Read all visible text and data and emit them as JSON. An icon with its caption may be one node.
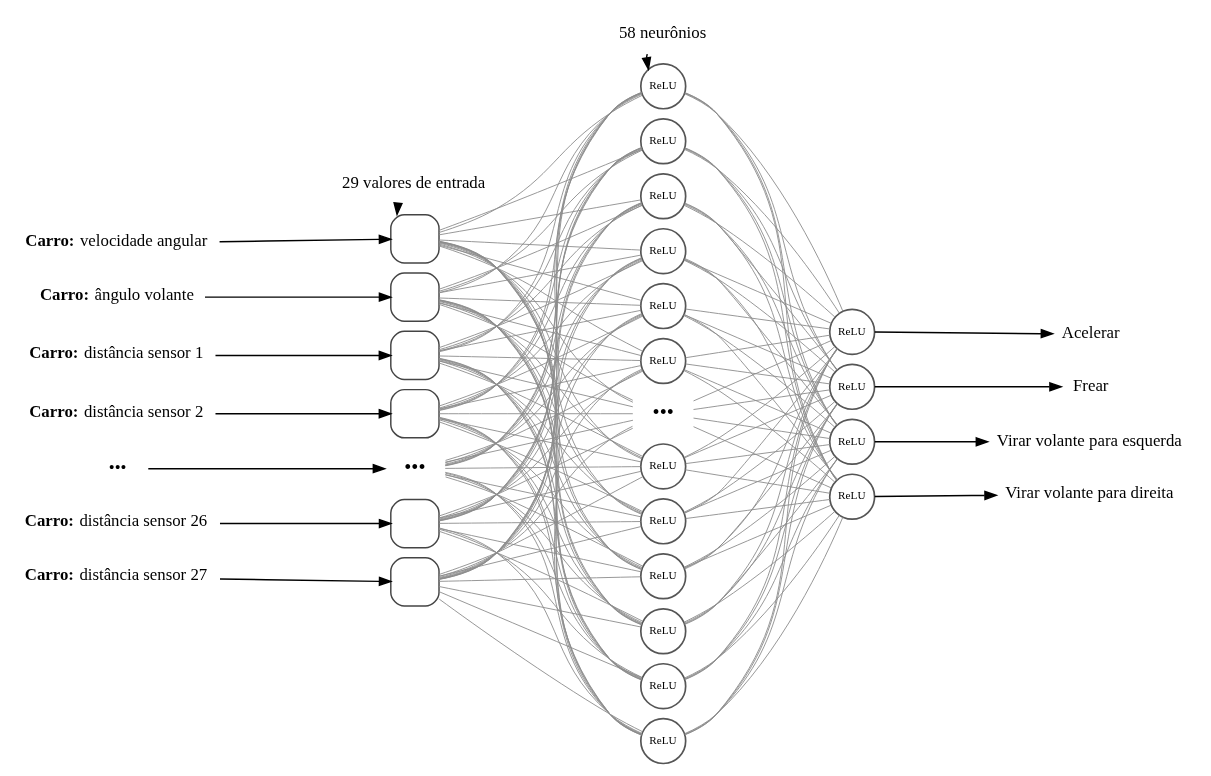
{
  "diagram": {
    "nodes": [
      {
        "text": [
          "58 neurônios"
        ]
      },
      {
        "text": [
          "29 valores de entrada"
        ]
      },
      {
        "text": [
          "**Carro:** velocidade angular"
        ]
      },
      {
        "text": [
          "**Carro:** ângulo volante"
        ]
      },
      {
        "text": [
          "**Carro:** distância sensor 1"
        ]
      },
      {
        "text": [
          "**Carro:** distância sensor 2"
        ]
      },
      {
        "text": [
          "•••"
        ]
      },
      {
        "text": [
          "**Carro:** distância sensor 26"
        ]
      },
      {
        "text": [
          "**Carro:** distância sensor 27"
        ]
      },
      {
        "text": [],
        "shape": "box"
      },
      {
        "text": [],
        "shape": "box"
      },
      {
        "text": [],
        "shape": "box"
      },
      {
        "text": [],
        "shape": "box"
      },
      {
        "text": [
          "•••"
        ]
      },
      {
        "text": [],
        "shape": "box"
      },
      {
        "text": [],
        "shape": "box"
      },
      {
        "text": [
          "ReLU"
        ]
      },
      {
        "text": [
          "ReLU"
        ]
      },
      {
        "text": [
          "ReLU"
        ]
      },
      {
        "text": [
          "ReLU"
        ]
      },
      {
        "text": [
          "ReLU"
        ]
      },
      {
        "text": [
          "ReLU"
        ]
      },
      {
        "text": [
          "•••"
        ]
      },
      {
        "text": [
          "ReLU"
        ]
      },
      {
        "text": [
          "ReLU"
        ]
      },
      {
        "text": [
          "ReLU"
        ]
      },
      {
        "text": [
          "ReLU"
        ]
      },
      {
        "text": [
          "ReLU"
        ]
      },
      {
        "text": [
          "ReLU"
        ]
      },
      {
        "text": [
          "ReLU"
        ]
      },
      {
        "text": [
          "ReLU"
        ]
      },
      {
        "text": [
          "ReLU"
        ]
      },
      {
        "text": [
          "ReLU"
        ]
      },
      {
        "text": [
          "Acelerar"
        ]
      },
      {
        "text": [
          "Frear"
        ]
      },
      {
        "text": [
          "Virar volante para esquerda"
        ]
      },
      {
        "text": [
          "Virar volante para direita"
        ]
      }
    ],
    "edges": [
      {
        "from": 0,
        "to": 16,
        "arrow": "to",
        "color": "#000000"
      },
      {
        "from": 1,
        "to": 9,
        "arrow": "to",
        "color": "#000000"
      },
      {
        "from": 2,
        "to": 9,
        "arrow": "to",
        "color": "#000000"
      },
      {
        "from": 3,
        "to": 10,
        "arrow": "to",
        "color": "#000000"
      },
      {
        "from": 4,
        "to": 11,
        "arrow": "to",
        "color": "#000000"
      },
      {
        "from": 5,
        "to": 12,
        "arrow": "to",
        "color": "#000000"
      },
      {
        "from": 6,
        "to": 13,
        "arrow": "to",
        "color": "#000000"
      },
      {
        "from": 7,
        "to": 14,
        "arrow": "to",
        "color": "#000000"
      },
      {
        "from": 8,
        "to": 15,
        "arrow": "to",
        "color": "#000000"
      },
      {
        "from": 9,
        "to": 16,
        "arrow": "none"
      },
      {
        "from": 9,
        "to": 17,
        "arrow": "none"
      },
      {
        "from": 9,
        "to": 18,
        "arrow": "none"
      },
      {
        "from": 9,
        "to": 19,
        "arrow": "none"
      },
      {
        "from": 9,
        "to": 20,
        "arrow": "none"
      },
      {
        "from": 9,
        "to": 21,
        "arrow": "none"
      },
      {
        "from": 9,
        "to": 22,
        "arrow": "none"
      },
      {
        "from": 9,
        "to": 23,
        "arrow": "none"
      },
      {
        "from": 9,
        "to": 24,
        "arrow": "none"
      },
      {
        "from": 9,
        "to": 25,
        "arrow": "none"
      },
      {
        "from": 9,
        "to": 26,
        "arrow": "none"
      },
      {
        "from": 9,
        "to": 27,
        "arrow": "none"
      },
      {
        "from": 9,
        "to": 28,
        "arrow": "none"
      },
      {
        "from": 10,
        "to": 16,
        "arrow": "none"
      },
      {
        "from": 10,
        "to": 17,
        "arrow": "none"
      },
      {
        "from": 10,
        "to": 18,
        "arrow": "none"
      },
      {
        "from": 10,
        "to": 19,
        "arrow": "none"
      },
      {
        "from": 10,
        "to": 20,
        "arrow": "none"
      },
      {
        "from": 10,
        "to": 21,
        "arrow": "none"
      },
      {
        "from": 10,
        "to": 22,
        "arrow": "none"
      },
      {
        "from": 10,
        "to": 23,
        "arrow": "none"
      },
      {
        "from": 10,
        "to": 24,
        "arrow": "none"
      },
      {
        "from": 10,
        "to": 25,
        "arrow": "none"
      },
      {
        "from": 10,
        "to": 26,
        "arrow": "none"
      },
      {
        "from": 10,
        "to": 27,
        "arrow": "none"
      },
      {
        "from": 10,
        "to": 28,
        "arrow": "none"
      },
      {
        "from": 11,
        "to": 16,
        "arrow": "none"
      },
      {
        "from": 11,
        "to": 17,
        "arrow": "none"
      },
      {
        "from": 11,
        "to": 18,
        "arrow": "none"
      },
      {
        "from": 11,
        "to": 19,
        "arrow": "none"
      },
      {
        "from": 11,
        "to": 20,
        "arrow": "none"
      },
      {
        "from": 11,
        "to": 21,
        "arrow": "none"
      },
      {
        "from": 11,
        "to": 22,
        "arrow": "none"
      },
      {
        "from": 11,
        "to": 23,
        "arrow": "none"
      },
      {
        "from": 11,
        "to": 24,
        "arrow": "none"
      },
      {
        "from": 11,
        "to": 25,
        "arrow": "none"
      },
      {
        "from": 11,
        "to": 26,
        "arrow": "none"
      },
      {
        "from": 11,
        "to": 27,
        "arrow": "none"
      },
      {
        "from": 11,
        "to": 28,
        "arrow": "none"
      },
      {
        "from": 12,
        "to": 16,
        "arrow": "none"
      },
      {
        "from": 12,
        "to": 17,
        "arrow": "none"
      },
      {
        "from": 12,
        "to": 18,
        "arrow": "none"
      },
      {
        "from": 12,
        "to": 19,
        "arrow": "none"
      },
      {
        "from": 12,
        "to": 20,
        "arrow": "none"
      },
      {
        "from": 12,
        "to": 21,
        "arrow": "none"
      },
      {
        "from": 12,
        "to": 22,
        "arrow": "none"
      },
      {
        "from": 12,
        "to": 23,
        "arrow": "none"
      },
      {
        "from": 12,
        "to": 24,
        "arrow": "none"
      },
      {
        "from": 12,
        "to": 25,
        "arrow": "none"
      },
      {
        "from": 12,
        "to": 26,
        "arrow": "none"
      },
      {
        "from": 12,
        "to": 27,
        "arrow": "none"
      },
      {
        "from": 12,
        "to": 28,
        "arrow": "none"
      },
      {
        "from": 13,
        "to": 16,
        "arrow": "none"
      },
      {
        "from": 13,
        "to": 17,
        "arrow": "none"
      },
      {
        "from": 13,
        "to": 18,
        "arrow": "none"
      },
      {
        "from": 13,
        "to": 19,
        "arrow": "none"
      },
      {
        "from": 13,
        "to": 20,
        "arrow": "none"
      },
      {
        "from": 13,
        "to": 21,
        "arrow": "none"
      },
      {
        "from": 13,
        "to": 22,
        "arrow": "none"
      },
      {
        "from": 13,
        "to": 23,
        "arrow": "none"
      },
      {
        "from": 13,
        "to": 24,
        "arrow": "none"
      },
      {
        "from": 13,
        "to": 25,
        "arrow": "none"
      },
      {
        "from": 13,
        "to": 26,
        "arrow": "none"
      },
      {
        "from": 13,
        "to": 27,
        "arrow": "none"
      },
      {
        "from": 13,
        "to": 28,
        "arrow": "none"
      },
      {
        "from": 14,
        "to": 16,
        "arrow": "none"
      },
      {
        "from": 14,
        "to": 17,
        "arrow": "none"
      },
      {
        "from": 14,
        "to": 18,
        "arrow": "none"
      },
      {
        "from": 14,
        "to": 19,
        "arrow": "none"
      },
      {
        "from": 14,
        "to": 20,
        "arrow": "none"
      },
      {
        "from": 14,
        "to": 21,
        "arrow": "none"
      },
      {
        "from": 14,
        "to": 22,
        "arrow": "none"
      },
      {
        "from": 14,
        "to": 23,
        "arrow": "none"
      },
      {
        "from": 14,
        "to": 24,
        "arrow": "none"
      },
      {
        "from": 14,
        "to": 25,
        "arrow": "none"
      },
      {
        "from": 14,
        "to": 26,
        "arrow": "none"
      },
      {
        "from": 14,
        "to": 27,
        "arrow": "none"
      },
      {
        "from": 14,
        "to": 28,
        "arrow": "none"
      },
      {
        "from": 15,
        "to": 16,
        "arrow": "none"
      },
      {
        "from": 15,
        "to": 17,
        "arrow": "none"
      },
      {
        "from": 15,
        "to": 18,
        "arrow": "none"
      },
      {
        "from": 15,
        "to": 19,
        "arrow": "none"
      },
      {
        "from": 15,
        "to": 20,
        "arrow": "none"
      },
      {
        "from": 15,
        "to": 21,
        "arrow": "none"
      },
      {
        "from": 15,
        "to": 22,
        "arrow": "none"
      },
      {
        "from": 15,
        "to": 23,
        "arrow": "none"
      },
      {
        "from": 15,
        "to": 24,
        "arrow": "none"
      },
      {
        "from": 15,
        "to": 25,
        "arrow": "none"
      },
      {
        "from": 15,
        "to": 26,
        "arrow": "none"
      },
      {
        "from": 15,
        "to": 27,
        "arrow": "none"
      },
      {
        "from": 15,
        "to": 28,
        "arrow": "none"
      },
      {
        "from": 16,
        "to": 29,
        "arrow": "none"
      },
      {
        "from": 16,
        "to": 30,
        "arrow": "none"
      },
      {
        "from": 16,
        "to": 31,
        "arrow": "none"
      },
      {
        "from": 16,
        "to": 32,
        "arrow": "none"
      },
      {
        "from": 17,
        "to": 29,
        "arrow": "none"
      },
      {
        "from": 17,
        "to": 30,
        "arrow": "none"
      },
      {
        "from": 17,
        "to": 31,
        "arrow": "none"
      },
      {
        "from": 17,
        "to": 32,
        "arrow": "none"
      },
      {
        "from": 18,
        "to": 29,
        "arrow": "none"
      },
      {
        "from": 18,
        "to": 30,
        "arrow": "none"
      },
      {
        "from": 18,
        "to": 31,
        "arrow": "none"
      },
      {
        "from": 18,
        "to": 32,
        "arrow": "none"
      },
      {
        "from": 19,
        "to": 29,
        "arrow": "none"
      },
      {
        "from": 19,
        "to": 30,
        "arrow": "none"
      },
      {
        "from": 19,
        "to": 31,
        "arrow": "none"
      },
      {
        "from": 19,
        "to": 32,
        "arrow": "none"
      },
      {
        "from": 20,
        "to": 29,
        "arrow": "none"
      },
      {
        "from": 20,
        "to": 30,
        "arrow": "none"
      },
      {
        "from": 20,
        "to": 31,
        "arrow": "none"
      },
      {
        "from": 20,
        "to": 32,
        "arrow": "none"
      },
      {
        "from": 21,
        "to": 29,
        "arrow": "none"
      },
      {
        "from": 21,
        "to": 30,
        "arrow": "none"
      },
      {
        "from": 21,
        "to": 31,
        "arrow": "none"
      },
      {
        "from": 21,
        "to": 32,
        "arrow": "none"
      },
      {
        "from": 22,
        "to": 29,
        "arrow": "none"
      },
      {
        "from": 22,
        "to": 30,
        "arrow": "none"
      },
      {
        "from": 22,
        "to": 31,
        "arrow": "none"
      },
      {
        "from": 22,
        "to": 32,
        "arrow": "none"
      },
      {
        "from": 23,
        "to": 29,
        "arrow": "none"
      },
      {
        "from": 23,
        "to": 30,
        "arrow": "none"
      },
      {
        "from": 23,
        "to": 31,
        "arrow": "none"
      },
      {
        "from": 23,
        "to": 32,
        "arrow": "none"
      },
      {
        "from": 24,
        "to": 29,
        "arrow": "none"
      },
      {
        "from": 24,
        "to": 30,
        "arrow": "none"
      },
      {
        "from": 24,
        "to": 31,
        "arrow": "none"
      },
      {
        "from": 24,
        "to": 32,
        "arrow": "none"
      },
      {
        "from": 25,
        "to": 29,
        "arrow": "none"
      },
      {
        "from": 25,
        "to": 30,
        "arrow": "none"
      },
      {
        "from": 25,
        "to": 31,
        "arrow": "none"
      },
      {
        "from": 25,
        "to": 32,
        "arrow": "none"
      },
      {
        "from": 26,
        "to": 29,
        "arrow": "none"
      },
      {
        "from": 26,
        "to": 30,
        "arrow": "none"
      },
      {
        "from": 26,
        "to": 31,
        "arrow": "none"
      },
      {
        "from": 26,
        "to": 32,
        "arrow": "none"
      },
      {
        "from": 27,
        "to": 29,
        "arrow": "none"
      },
      {
        "from": 27,
        "to": 30,
        "arrow": "none"
      },
      {
        "from": 27,
        "to": 31,
        "arrow": "none"
      },
      {
        "from": 27,
        "to": 32,
        "arrow": "none"
      },
      {
        "from": 28,
        "to": 29,
        "arrow": "none"
      },
      {
        "from": 28,
        "to": 30,
        "arrow": "none"
      },
      {
        "from": 28,
        "to": 31,
        "arrow": "none"
      },
      {
        "from": 28,
        "to": 32,
        "arrow": "none"
      },
      {
        "from": 29,
        "to": 33,
        "arrow": "to",
        "color": "#000000"
      },
      {
        "from": 30,
        "to": 34,
        "arrow": "to",
        "color": "#000000"
      },
      {
        "from": 31,
        "to": 35,
        "arrow": "to",
        "color": "#000000"
      },
      {
        "from": 32,
        "to": 36,
        "arrow": "to",
        "color": "#000000"
      }
    ]
  }
}
